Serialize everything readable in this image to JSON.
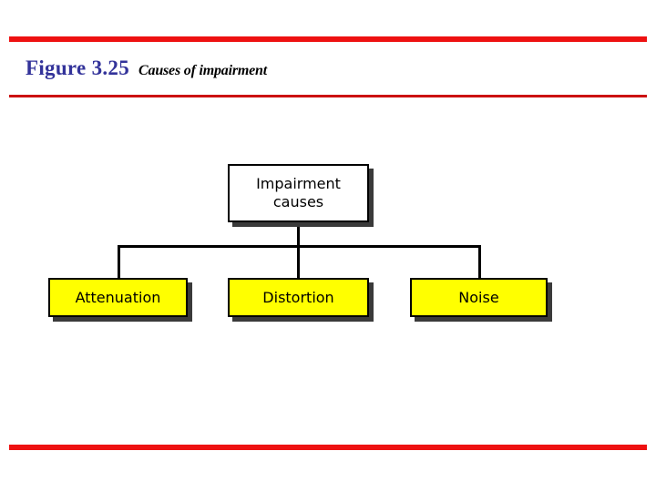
{
  "slide": {
    "figure_label": "Figure 3.25",
    "figure_caption": "Causes of impairment",
    "colors": {
      "rule_red": "#ee1111",
      "rule_red_thin": "#cc1111",
      "figure_label_blue": "#33339a",
      "leaf_fill_yellow": "#ffff00",
      "root_fill_white": "#ffffff",
      "border_black": "#000000",
      "shadow_gray": "#3a3a3a"
    }
  },
  "diagram": {
    "type": "tree",
    "root": {
      "label_line1": "Impairment",
      "label_line2": "causes"
    },
    "children": [
      {
        "label": "Attenuation"
      },
      {
        "label": "Distortion"
      },
      {
        "label": "Noise"
      }
    ]
  }
}
